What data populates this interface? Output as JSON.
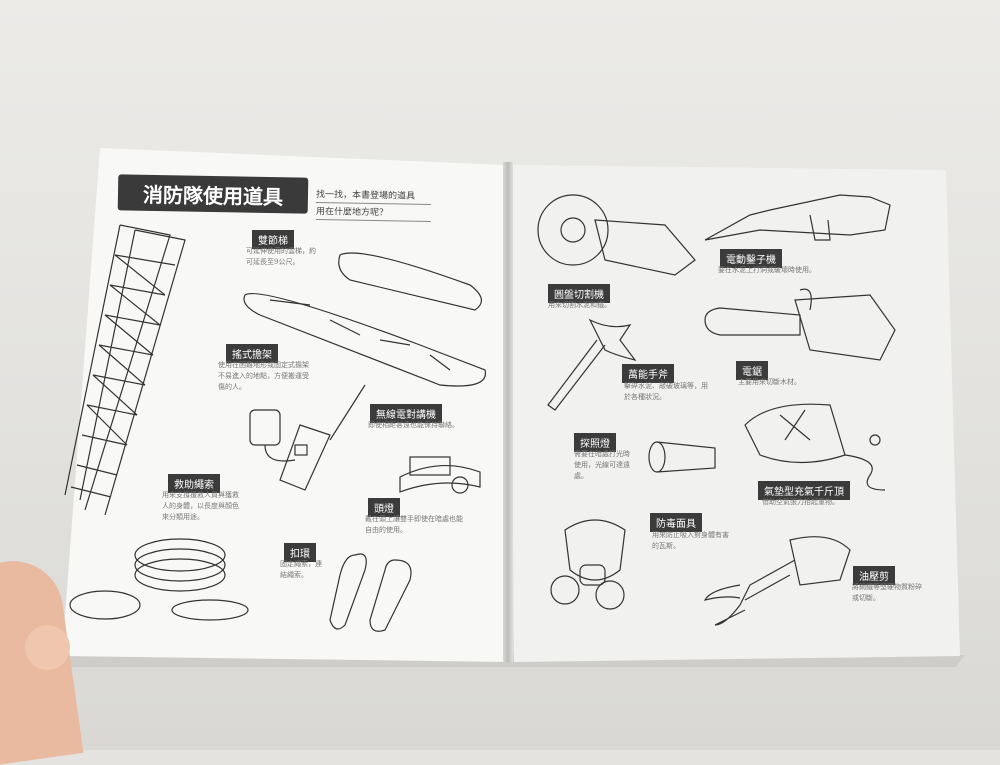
{
  "left_page": {
    "title": "消防隊使用道具",
    "subtitle_line1": "找一找，本書登場的道具",
    "subtitle_line2": "用在什麼地方呢？",
    "items": [
      {
        "label": "雙節梯",
        "desc": "可延伸使用的雲梯，約可延長至9公尺。"
      },
      {
        "label": "搖式擔架",
        "desc": "使用在困難地形或固定式擔架不易進入的地點，方便搬運受傷的人。"
      },
      {
        "label": "無線電對講機",
        "desc": "即使相距甚遠也能保持聯絡。"
      },
      {
        "label": "救助繩索",
        "desc": "用來支撐援救人員與獲救人的身體，以長度與顏色來分類用途。"
      },
      {
        "label": "頭燈",
        "desc": "戴在頭上讓雙手即使在暗處也能自由的使用。"
      },
      {
        "label": "扣環",
        "desc": "固定繩索，連結繩索。"
      }
    ]
  },
  "right_page": {
    "items": [
      {
        "label": "圓盤切割機",
        "desc": "用來切割水泥和鐵。"
      },
      {
        "label": "電動鑿子機",
        "desc": "要在水泥上打洞或破壞時使用。"
      },
      {
        "label": "萬能手斧",
        "desc": "擊碎水泥、敲破玻璃等，用於各種狀況。"
      },
      {
        "label": "電鋸",
        "desc": "主要用來切斷木材。"
      },
      {
        "label": "探照燈",
        "desc": "需要在暗處打光時使用，光線可達遠處。"
      },
      {
        "label": "氣墊型充氣千斤頂",
        "desc": "借助空氣張力抬起重物。"
      },
      {
        "label": "防毒面具",
        "desc": "用來防止吸入對身體有害的瓦斯。"
      },
      {
        "label": "油壓剪",
        "desc": "將鋼鐵等堅硬物質粉碎或切斷。"
      }
    ]
  }
}
